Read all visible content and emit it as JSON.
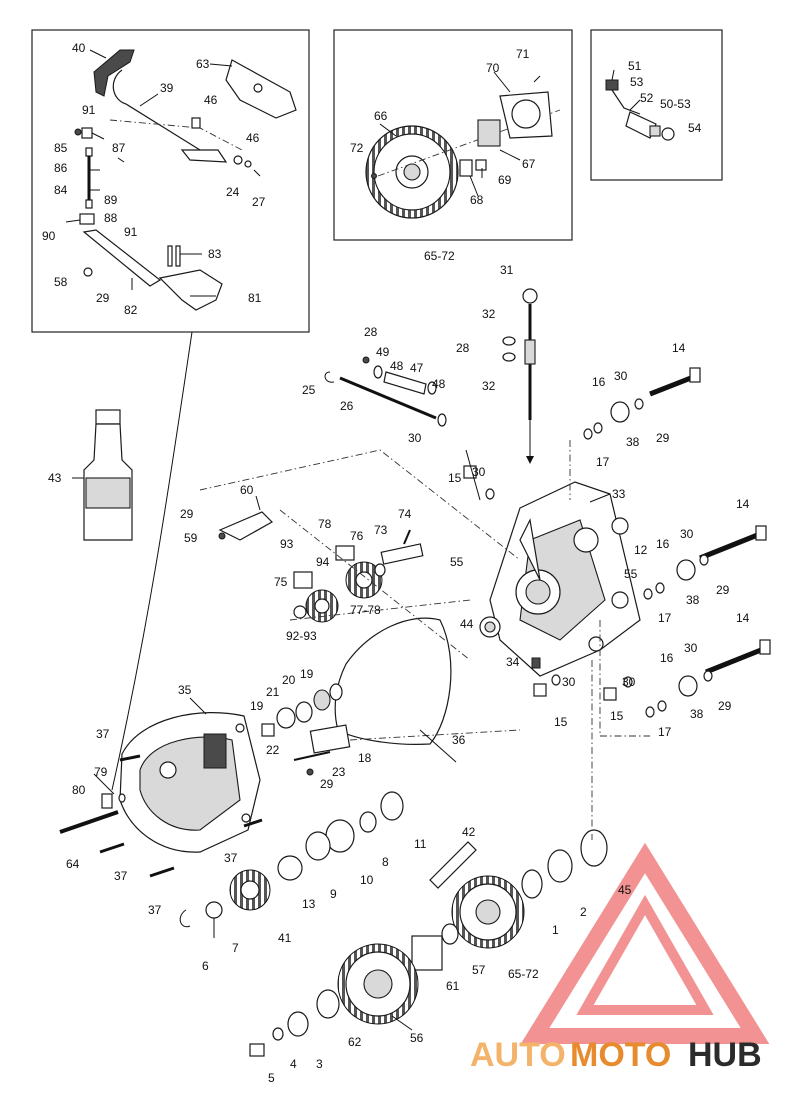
{
  "watermark": {
    "part1": "AUTO",
    "part2": "MOTO",
    "part3": "HUB",
    "color_light": "#f4b36b",
    "color_mid": "#e88a2e",
    "color_dark": "#2b2b2b",
    "triangle_color": "#f08080"
  },
  "callouts": [
    {
      "id": "c40",
      "text": "40"
    },
    {
      "id": "c39",
      "text": "39"
    },
    {
      "id": "c63",
      "text": "63"
    },
    {
      "id": "c46a",
      "text": "46"
    },
    {
      "id": "c46b",
      "text": "46"
    },
    {
      "id": "c91a",
      "text": "91"
    },
    {
      "id": "c85",
      "text": "85"
    },
    {
      "id": "c87",
      "text": "87"
    },
    {
      "id": "c86",
      "text": "86"
    },
    {
      "id": "c24",
      "text": "24"
    },
    {
      "id": "c27",
      "text": "27"
    },
    {
      "id": "c84",
      "text": "84"
    },
    {
      "id": "c89",
      "text": "89"
    },
    {
      "id": "c88",
      "text": "88"
    },
    {
      "id": "c90",
      "text": "90"
    },
    {
      "id": "c91b",
      "text": "91"
    },
    {
      "id": "c83",
      "text": "83"
    },
    {
      "id": "c58",
      "text": "58"
    },
    {
      "id": "c29a",
      "text": "29"
    },
    {
      "id": "c82",
      "text": "82"
    },
    {
      "id": "c81",
      "text": "81"
    },
    {
      "id": "c71",
      "text": "71"
    },
    {
      "id": "c70",
      "text": "70"
    },
    {
      "id": "c66",
      "text": "66"
    },
    {
      "id": "c72",
      "text": "72"
    },
    {
      "id": "c67",
      "text": "67"
    },
    {
      "id": "c69",
      "text": "69"
    },
    {
      "id": "c68",
      "text": "68"
    },
    {
      "id": "c6572a",
      "text": "65-72"
    },
    {
      "id": "c51",
      "text": "51"
    },
    {
      "id": "c53",
      "text": "53"
    },
    {
      "id": "c52",
      "text": "52"
    },
    {
      "id": "c5053",
      "text": "50-53"
    },
    {
      "id": "c54",
      "text": "54"
    },
    {
      "id": "c31",
      "text": "31"
    },
    {
      "id": "c32a",
      "text": "32"
    },
    {
      "id": "c28a",
      "text": "28"
    },
    {
      "id": "c32b",
      "text": "32"
    },
    {
      "id": "c28b",
      "text": "28"
    },
    {
      "id": "c49",
      "text": "49"
    },
    {
      "id": "c48a",
      "text": "48"
    },
    {
      "id": "c47",
      "text": "47"
    },
    {
      "id": "c25",
      "text": "25"
    },
    {
      "id": "c48b",
      "text": "48"
    },
    {
      "id": "c26",
      "text": "26"
    },
    {
      "id": "c30a",
      "text": "30"
    },
    {
      "id": "c14a",
      "text": "14"
    },
    {
      "id": "c16a",
      "text": "16"
    },
    {
      "id": "c30b",
      "text": "30"
    },
    {
      "id": "c38a",
      "text": "38"
    },
    {
      "id": "c29b",
      "text": "29"
    },
    {
      "id": "c17a",
      "text": "17"
    },
    {
      "id": "c43",
      "text": "43"
    },
    {
      "id": "c15a",
      "text": "15"
    },
    {
      "id": "c30c",
      "text": "30"
    },
    {
      "id": "c33",
      "text": "33"
    },
    {
      "id": "c60",
      "text": "60"
    },
    {
      "id": "c29c",
      "text": "29"
    },
    {
      "id": "c59",
      "text": "59"
    },
    {
      "id": "c74",
      "text": "74"
    },
    {
      "id": "c78",
      "text": "78"
    },
    {
      "id": "c76",
      "text": "76"
    },
    {
      "id": "c73",
      "text": "73"
    },
    {
      "id": "c93",
      "text": "93"
    },
    {
      "id": "c94",
      "text": "94"
    },
    {
      "id": "c55a",
      "text": "55"
    },
    {
      "id": "c12",
      "text": "12"
    },
    {
      "id": "c55b",
      "text": "55"
    },
    {
      "id": "c14b",
      "text": "14"
    },
    {
      "id": "c16b",
      "text": "16"
    },
    {
      "id": "c30d",
      "text": "30"
    },
    {
      "id": "c29d",
      "text": "29"
    },
    {
      "id": "c38b",
      "text": "38"
    },
    {
      "id": "c17b",
      "text": "17"
    },
    {
      "id": "c75",
      "text": "75"
    },
    {
      "id": "c7778",
      "text": "77-78"
    },
    {
      "id": "c9293",
      "text": "92-93"
    },
    {
      "id": "c44",
      "text": "44"
    },
    {
      "id": "c34",
      "text": "34"
    },
    {
      "id": "c30e",
      "text": "30"
    },
    {
      "id": "c15b",
      "text": "15"
    },
    {
      "id": "c14c",
      "text": "14"
    },
    {
      "id": "c16c",
      "text": "16"
    },
    {
      "id": "c30f",
      "text": "30"
    },
    {
      "id": "c15c",
      "text": "15"
    },
    {
      "id": "c30g",
      "text": "30"
    },
    {
      "id": "c38c",
      "text": "38"
    },
    {
      "id": "c29e",
      "text": "29"
    },
    {
      "id": "c17c",
      "text": "17"
    },
    {
      "id": "c35",
      "text": "35"
    },
    {
      "id": "c19a",
      "text": "19"
    },
    {
      "id": "c20",
      "text": "20"
    },
    {
      "id": "c21",
      "text": "21"
    },
    {
      "id": "c19b",
      "text": "19"
    },
    {
      "id": "c36",
      "text": "36"
    },
    {
      "id": "c37a",
      "text": "37"
    },
    {
      "id": "c22",
      "text": "22"
    },
    {
      "id": "c18",
      "text": "18"
    },
    {
      "id": "c79",
      "text": "79"
    },
    {
      "id": "c23",
      "text": "23"
    },
    {
      "id": "c29f",
      "text": "29"
    },
    {
      "id": "c80",
      "text": "80"
    },
    {
      "id": "c11",
      "text": "11"
    },
    {
      "id": "c42",
      "text": "42"
    },
    {
      "id": "c64",
      "text": "64"
    },
    {
      "id": "c37b",
      "text": "37"
    },
    {
      "id": "c8",
      "text": "8"
    },
    {
      "id": "c10",
      "text": "10"
    },
    {
      "id": "c9",
      "text": "9"
    },
    {
      "id": "c37c",
      "text": "37"
    },
    {
      "id": "c37d",
      "text": "37"
    },
    {
      "id": "c13",
      "text": "13"
    },
    {
      "id": "c45",
      "text": "45"
    },
    {
      "id": "c1",
      "text": "1"
    },
    {
      "id": "c2",
      "text": "2"
    },
    {
      "id": "c41",
      "text": "41"
    },
    {
      "id": "c7",
      "text": "7"
    },
    {
      "id": "c6",
      "text": "6"
    },
    {
      "id": "c57",
      "text": "57"
    },
    {
      "id": "c6572b",
      "text": "65-72"
    },
    {
      "id": "c61",
      "text": "61"
    },
    {
      "id": "c56",
      "text": "56"
    },
    {
      "id": "c62",
      "text": "62"
    },
    {
      "id": "c3",
      "text": "3"
    },
    {
      "id": "c4",
      "text": "4"
    },
    {
      "id": "c5",
      "text": "5"
    }
  ]
}
